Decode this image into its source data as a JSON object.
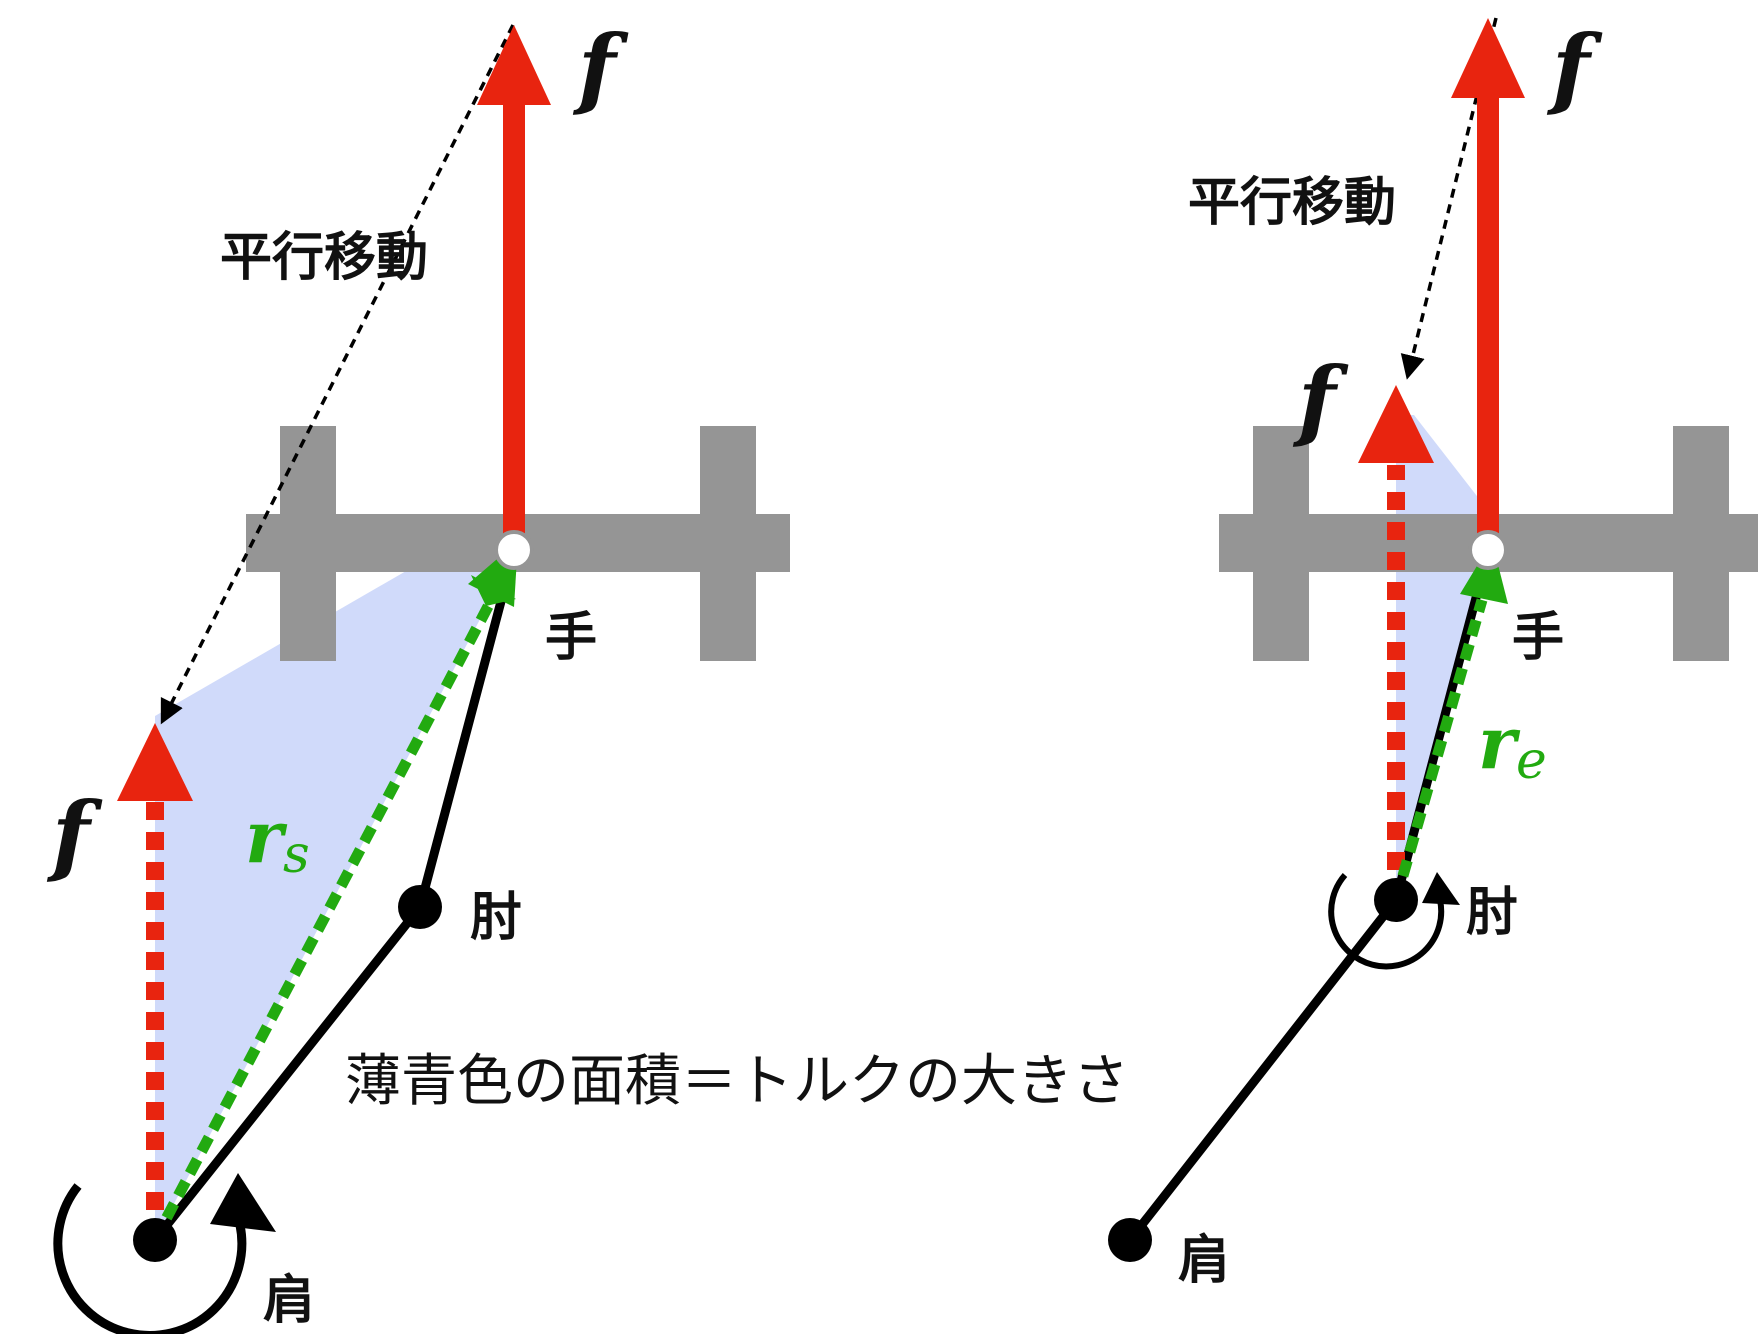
{
  "labels": {
    "parallel_move": "平行移動",
    "force": "f",
    "hand": "手",
    "elbow": "肘",
    "shoulder": "肩",
    "r_symbol": "r",
    "r_shoulder_sub": "s",
    "r_elbow_sub": "e",
    "caption": "薄青色の面積＝トルクの大きさ"
  },
  "colors": {
    "force": "#e8240f",
    "radius": "#22aa10",
    "area": "#d0dafa",
    "handle": "#959595",
    "arm": "#000000"
  }
}
